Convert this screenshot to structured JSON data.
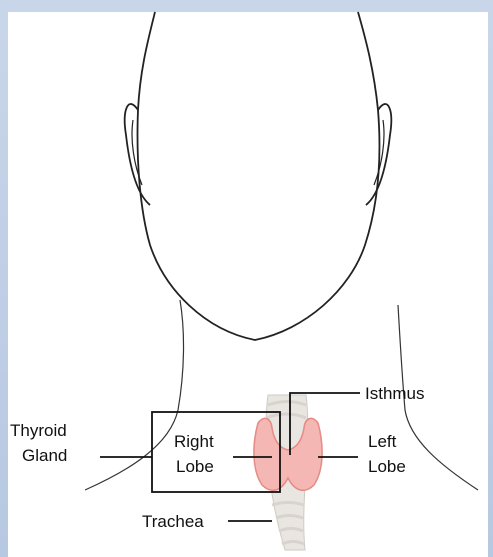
{
  "labels": {
    "thyroid_gland": [
      "Thyroid",
      "Gland"
    ],
    "right_lobe": [
      "Right",
      "Lobe"
    ],
    "left_lobe": [
      "Left",
      "Lobe"
    ],
    "isthmus": "Isthmus",
    "trachea": "Trachea"
  },
  "colors": {
    "thyroid_fill": "#f5b7b3",
    "thyroid_stroke": "#e58a84",
    "trachea_fill": "#e9e6e2",
    "outline": "#222222"
  }
}
